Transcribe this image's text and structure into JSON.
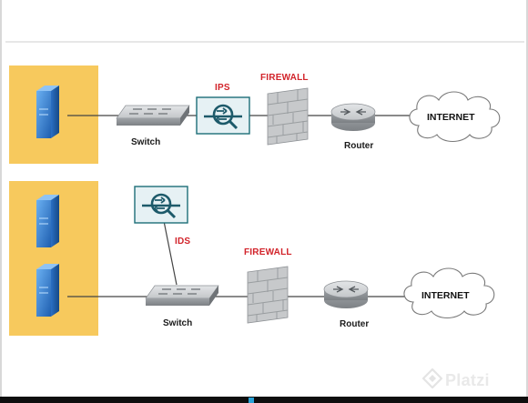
{
  "diagram_top": {
    "switch_label": "Switch",
    "ips_label": "IPS",
    "firewall_label": "FIREWALL",
    "router_label": "Router",
    "internet_label": "INTERNET"
  },
  "diagram_bottom": {
    "ids_label": "IDS",
    "switch_label": "Switch",
    "firewall_label": "FIREWALL",
    "router_label": "Router",
    "internet_label": "INTERNET"
  },
  "watermark": {
    "text": "Platzi"
  },
  "colors": {
    "zone_fill": "#f7c95d",
    "server_blue": "#2f7fd4",
    "label_red": "#d2232a",
    "sensor_teal": "#1d6e78",
    "device_gray": "#b6b9bc"
  }
}
